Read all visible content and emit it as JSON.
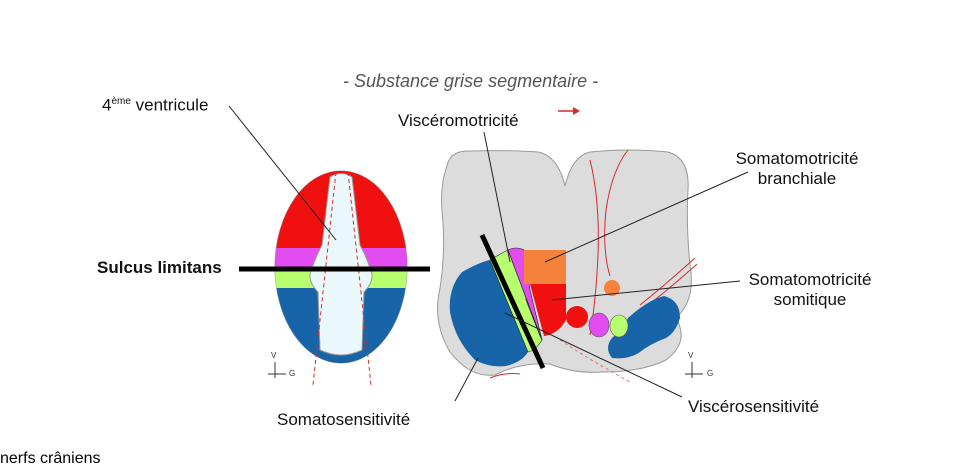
{
  "title": "- Substance grise segmentaire -",
  "legend": {
    "nerves_label": "nerfs crâniens",
    "arrow_color": "#d62b2b"
  },
  "labels": {
    "ventricle_base": "4",
    "ventricle_sup": "ème",
    "ventricle_rest": " ventricule",
    "sulcus": "Sulcus limitans",
    "visceromotricite": "Viscéromotricité",
    "somatomotricite_branchiale_1": "Somatomotricité",
    "somatomotricite_branchiale_2": "branchiale",
    "somatomotricite_somitique_1": "Somatomotricité",
    "somatomotricite_somitique_2": "somitique",
    "somatosensitivite": "Somatosensitivité",
    "viscerosensitivite": "Viscérosensitivité"
  },
  "orientation": {
    "ventral": "V",
    "lateral": "G"
  },
  "colors": {
    "somatomotor_red": "#f01010",
    "visceromotor_magenta": "#e24cf0",
    "viscerosensory_green": "#b8ff70",
    "somatosensory_blue": "#1764a8",
    "branchiomotor_orange": "#f5823a",
    "ventricle": "#eaf8fb",
    "grey_matter": "#dcdcdc"
  }
}
